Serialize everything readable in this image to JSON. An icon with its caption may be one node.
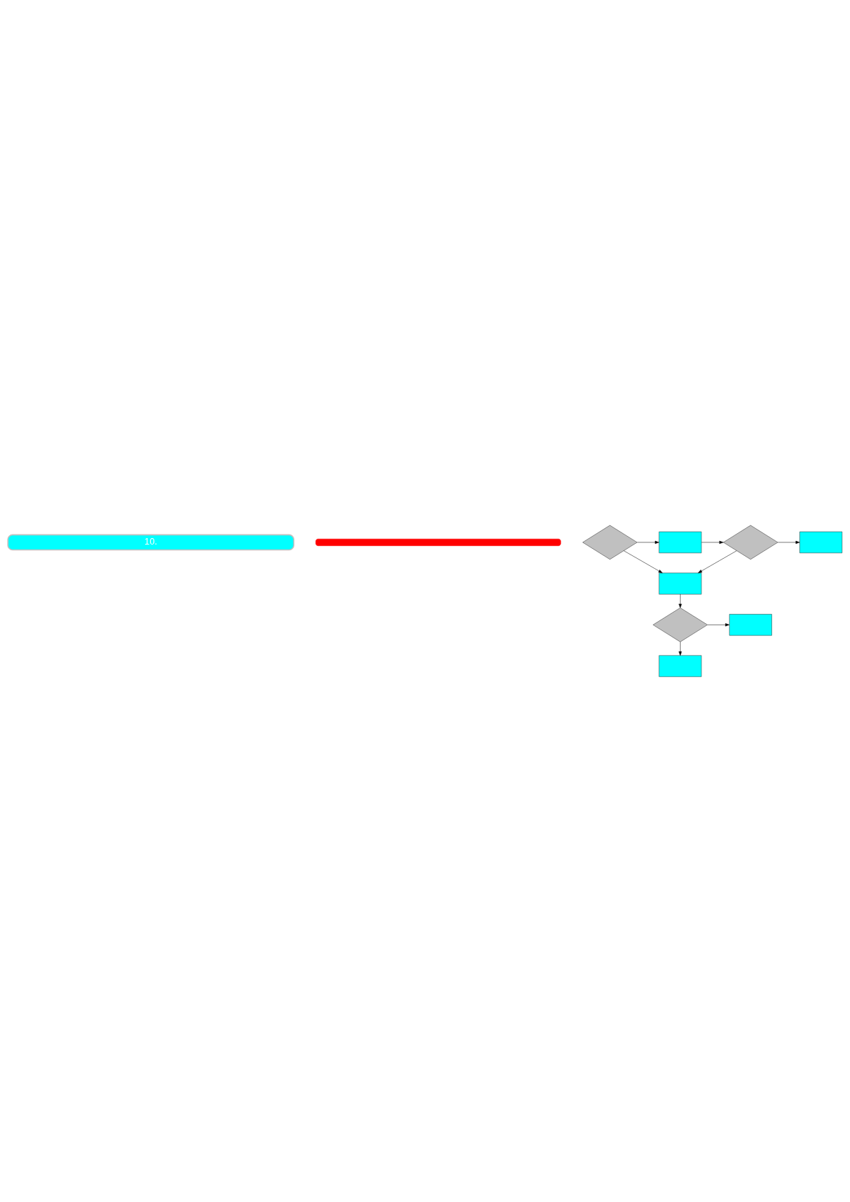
{
  "diagram": {
    "nodes": [
      {
        "text": [
          "10."
        ]
      },
      {
        "text": [],
        "shape": "bar"
      },
      {
        "text": [],
        "shape": "diamond"
      },
      {
        "text": [],
        "shape": "box"
      },
      {
        "text": [],
        "shape": "diamond"
      },
      {
        "text": [],
        "shape": "box"
      },
      {
        "text": [],
        "shape": "box"
      },
      {
        "text": [],
        "shape": "diamond"
      },
      {
        "text": [],
        "shape": "box"
      },
      {
        "text": [],
        "shape": "box"
      }
    ],
    "edges": [
      {
        "from": 2,
        "to": 3,
        "arrow": "to"
      },
      {
        "from": 3,
        "to": 4,
        "arrow": "to"
      },
      {
        "from": 4,
        "to": 5,
        "arrow": "to"
      },
      {
        "from": 4,
        "to": 6,
        "arrow": "to"
      },
      {
        "from": 2,
        "to": 6,
        "arrow": "to"
      },
      {
        "from": 6,
        "to": 7,
        "arrow": "to"
      },
      {
        "from": 7,
        "to": 8,
        "arrow": "to"
      },
      {
        "from": 7,
        "to": 9,
        "arrow": "to"
      }
    ]
  }
}
